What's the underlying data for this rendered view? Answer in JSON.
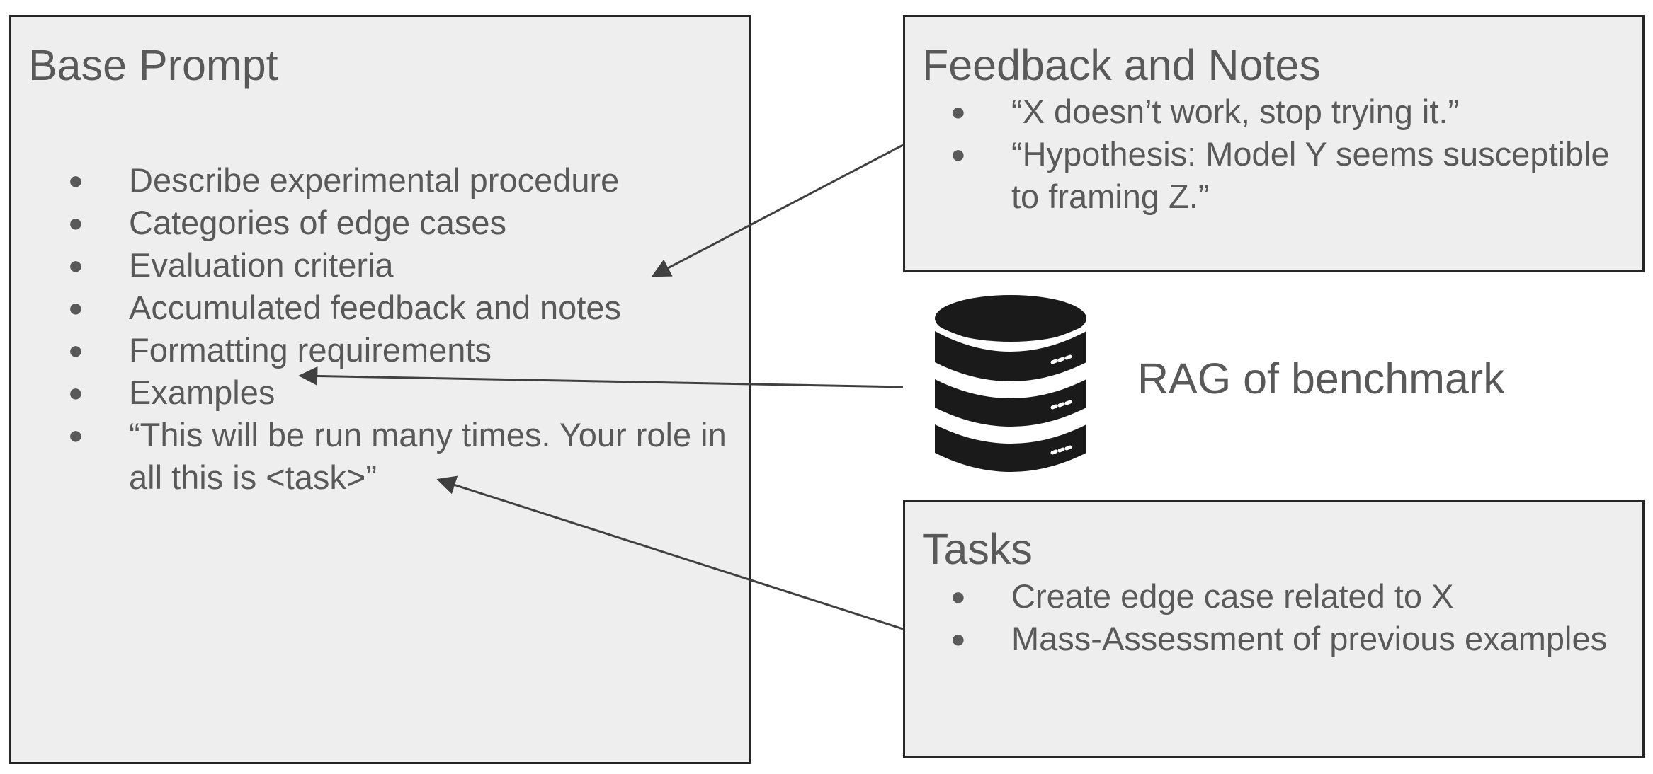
{
  "base_prompt": {
    "title": "Base Prompt",
    "items": [
      "Describe experimental procedure",
      "Categories of edge cases",
      "Evaluation criteria",
      "Accumulated feedback and notes",
      "Formatting requirements",
      "Examples",
      "“This will be run many times. Your role in all this is <task>”"
    ]
  },
  "feedback": {
    "title": "Feedback and Notes",
    "items": [
      "“X doesn’t work, stop trying it.”",
      "“Hypothesis: Model Y seems susceptible to framing Z.”"
    ]
  },
  "rag": {
    "label": "RAG of benchmark",
    "icon": "database-icon"
  },
  "tasks": {
    "title": "Tasks",
    "items": [
      "Create edge case related to X",
      "Mass-Assessment of previous examples"
    ]
  },
  "colors": {
    "box_fill": "#eeeeee",
    "box_border": "#262626",
    "text": "#595959",
    "arrow": "#404040",
    "icon": "#1a1a1a"
  },
  "bullet_glyph": "●"
}
